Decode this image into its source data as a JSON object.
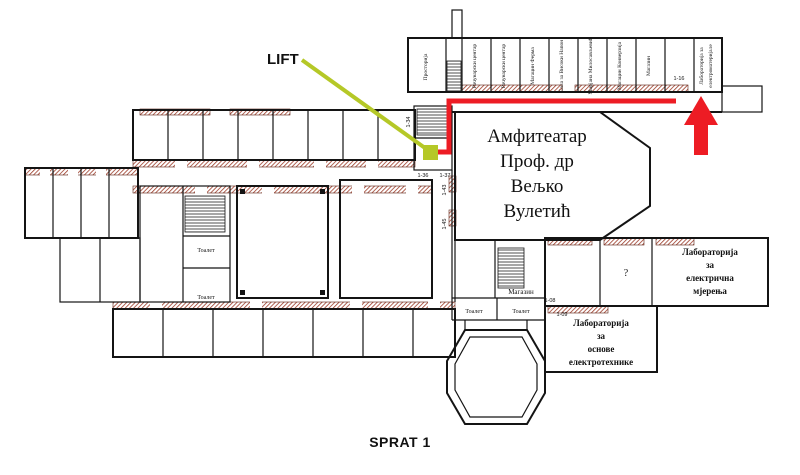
{
  "title": {
    "text": "SPRAT 1"
  },
  "colors": {
    "route": "#ed1c24",
    "lift": "#b5c827",
    "hatch": "#9c3b28",
    "title": "#d2404a"
  },
  "lift": {
    "label": "LIFT"
  },
  "amphitheater": {
    "line1": "Амфитеатар",
    "line2": "Проф. др",
    "line3": "Вељко",
    "line4": "Вулетић"
  },
  "top_rooms": [
    {
      "label": "Просторија"
    },
    {
      "label": "Рачунарски центар"
    },
    {
      "label": "Рачунарски центар"
    },
    {
      "label": "Магацин Ферма"
    },
    {
      "label": "Сала за Високи Напон"
    },
    {
      "label": "Мирјана Милосављевић"
    },
    {
      "label": "Магацин Конверзија"
    },
    {
      "label": "Магазин"
    },
    {
      "line1": "Лабораторија за",
      "line2": "електроматеријале"
    }
  ],
  "rooms": {
    "magazin": "Магазин",
    "unknown": "?",
    "lab_measurements": {
      "line1": "Лабораторија",
      "line2": "за",
      "line3": "електрична",
      "line4": "мјерења"
    },
    "lab_fundamentals": {
      "line1": "Лабораторија",
      "line2": "за",
      "line3": "основе",
      "line4": "електротехнике"
    }
  },
  "toilets": {
    "t1": "Тоалет",
    "t2": "Тоалет",
    "t3": "Тоалет",
    "t4": "Тоалет"
  },
  "door_numbers": {
    "n1": "1-36",
    "n2": "1-37",
    "n3": "1-34",
    "n4": "1-43",
    "n5": "1-45",
    "n6": "1-08",
    "n7": "1-09",
    "n8": "1-16"
  }
}
